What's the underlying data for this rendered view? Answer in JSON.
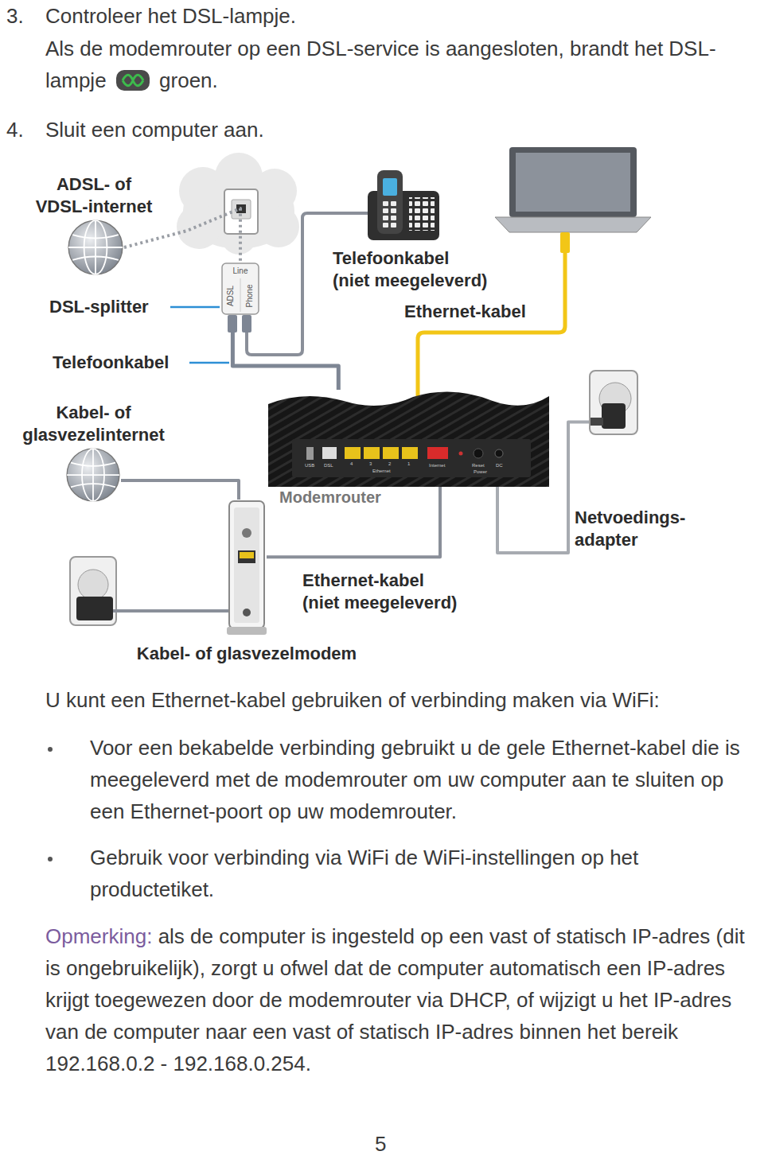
{
  "diagram": {
    "nodes": [
      {
        "text": [
          "ADSL- of VDSL-internet"
        ]
      },
      {
        "text": [
          "Line",
          "ADSL",
          "Phone"
        ]
      },
      {
        "text": [
          "USB",
          "DSL",
          "4",
          "3",
          "2",
          "1",
          "Ethernet",
          "Internet",
          "Reset",
          "Power",
          "DC",
          "Modemrouter"
        ]
      },
      {
        "text": [
          "Kabel- of glasvezelinternet"
        ]
      },
      {
        "text": [
          "Kabel- of glasvezelmodem"
        ]
      },
      {
        "text": [
          "Netvoedings-adapter"
        ]
      }
    ],
    "edges": [
      {
        "from": 0,
        "to": 1,
        "arrow": "none"
      },
      {
        "from": 1,
        "to": 2,
        "arrow": "none"
      },
      {
        "from": 3,
        "to": 4,
        "arrow": "none"
      },
      {
        "from": 4,
        "to": 2,
        "label": "Ethernet-kabel (niet meegeleverd)",
        "arrow": "none"
      },
      {
        "from": 5,
        "to": 2,
        "arrow": "none"
      }
    ],
    "labels": [
      "3.",
      "Controleer het DSL-lampje.",
      "Als de modemrouter op een DSL-service is aangesloten, brandt het DSL-lampje",
      "groen.",
      "4.",
      "Sluit een computer aan.",
      "DSL-splitter",
      "Telefoonkabel (niet meegeleverd)",
      "Ethernet-kabel",
      "Telefoonkabel",
      "U kunt een Ethernet-kabel gebruiken of verbinding maken via WiFi:",
      "Voor een bekabelde verbinding gebruikt u de gele Ethernet-kabel die is meegeleverd met de modemrouter om uw computer aan te sluiten op een Ethernet-poort op uw modemrouter.",
      "Gebruik voor verbinding via WiFi de WiFi-instellingen op het productetiket.",
      "Opmerking:",
      "als de computer is ingesteld op een vast of statisch IP-adres (dit is ongebruikelijk), zorgt u ofwel dat de computer automatisch een IP-adres krijgt toegewezen door de modemrouter via DHCP, of wijzigt u het IP-adres van de computer naar een vast of statisch IP-adres binnen het bereik 192.168.0.2 - 192.168.0.254.",
      "5"
    ]
  }
}
